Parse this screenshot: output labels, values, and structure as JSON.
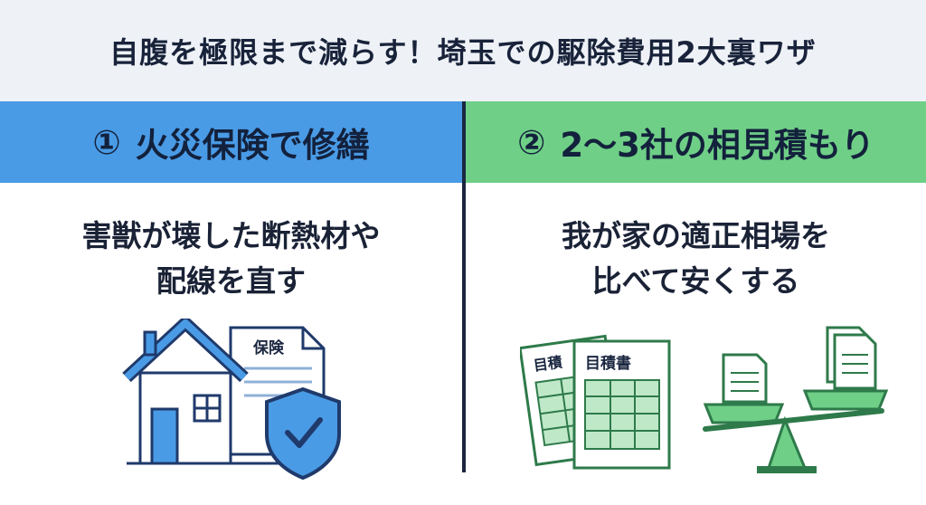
{
  "title": "自腹を極限まで減らす！埼玉での駆除費用2大裏ワザ",
  "left": {
    "number": "①",
    "heading": "火災保険で修繕",
    "desc_line1": "害獣が壊した断熱材や",
    "desc_line2": "配線を直す",
    "document_label": "保険",
    "icons": [
      "house-icon",
      "insurance-document-icon",
      "shield-check-icon"
    ],
    "accent_color": "#4a9be6"
  },
  "right": {
    "number": "②",
    "heading": "2〜3社の相見積もり",
    "desc_line1": "我が家の適正相場を",
    "desc_line2": "比べて安くする",
    "estimate_label_back": "目積",
    "estimate_label_front": "目積書",
    "icons": [
      "estimate-documents-icon",
      "balance-scale-icon"
    ],
    "accent_color": "#6fcf87"
  }
}
